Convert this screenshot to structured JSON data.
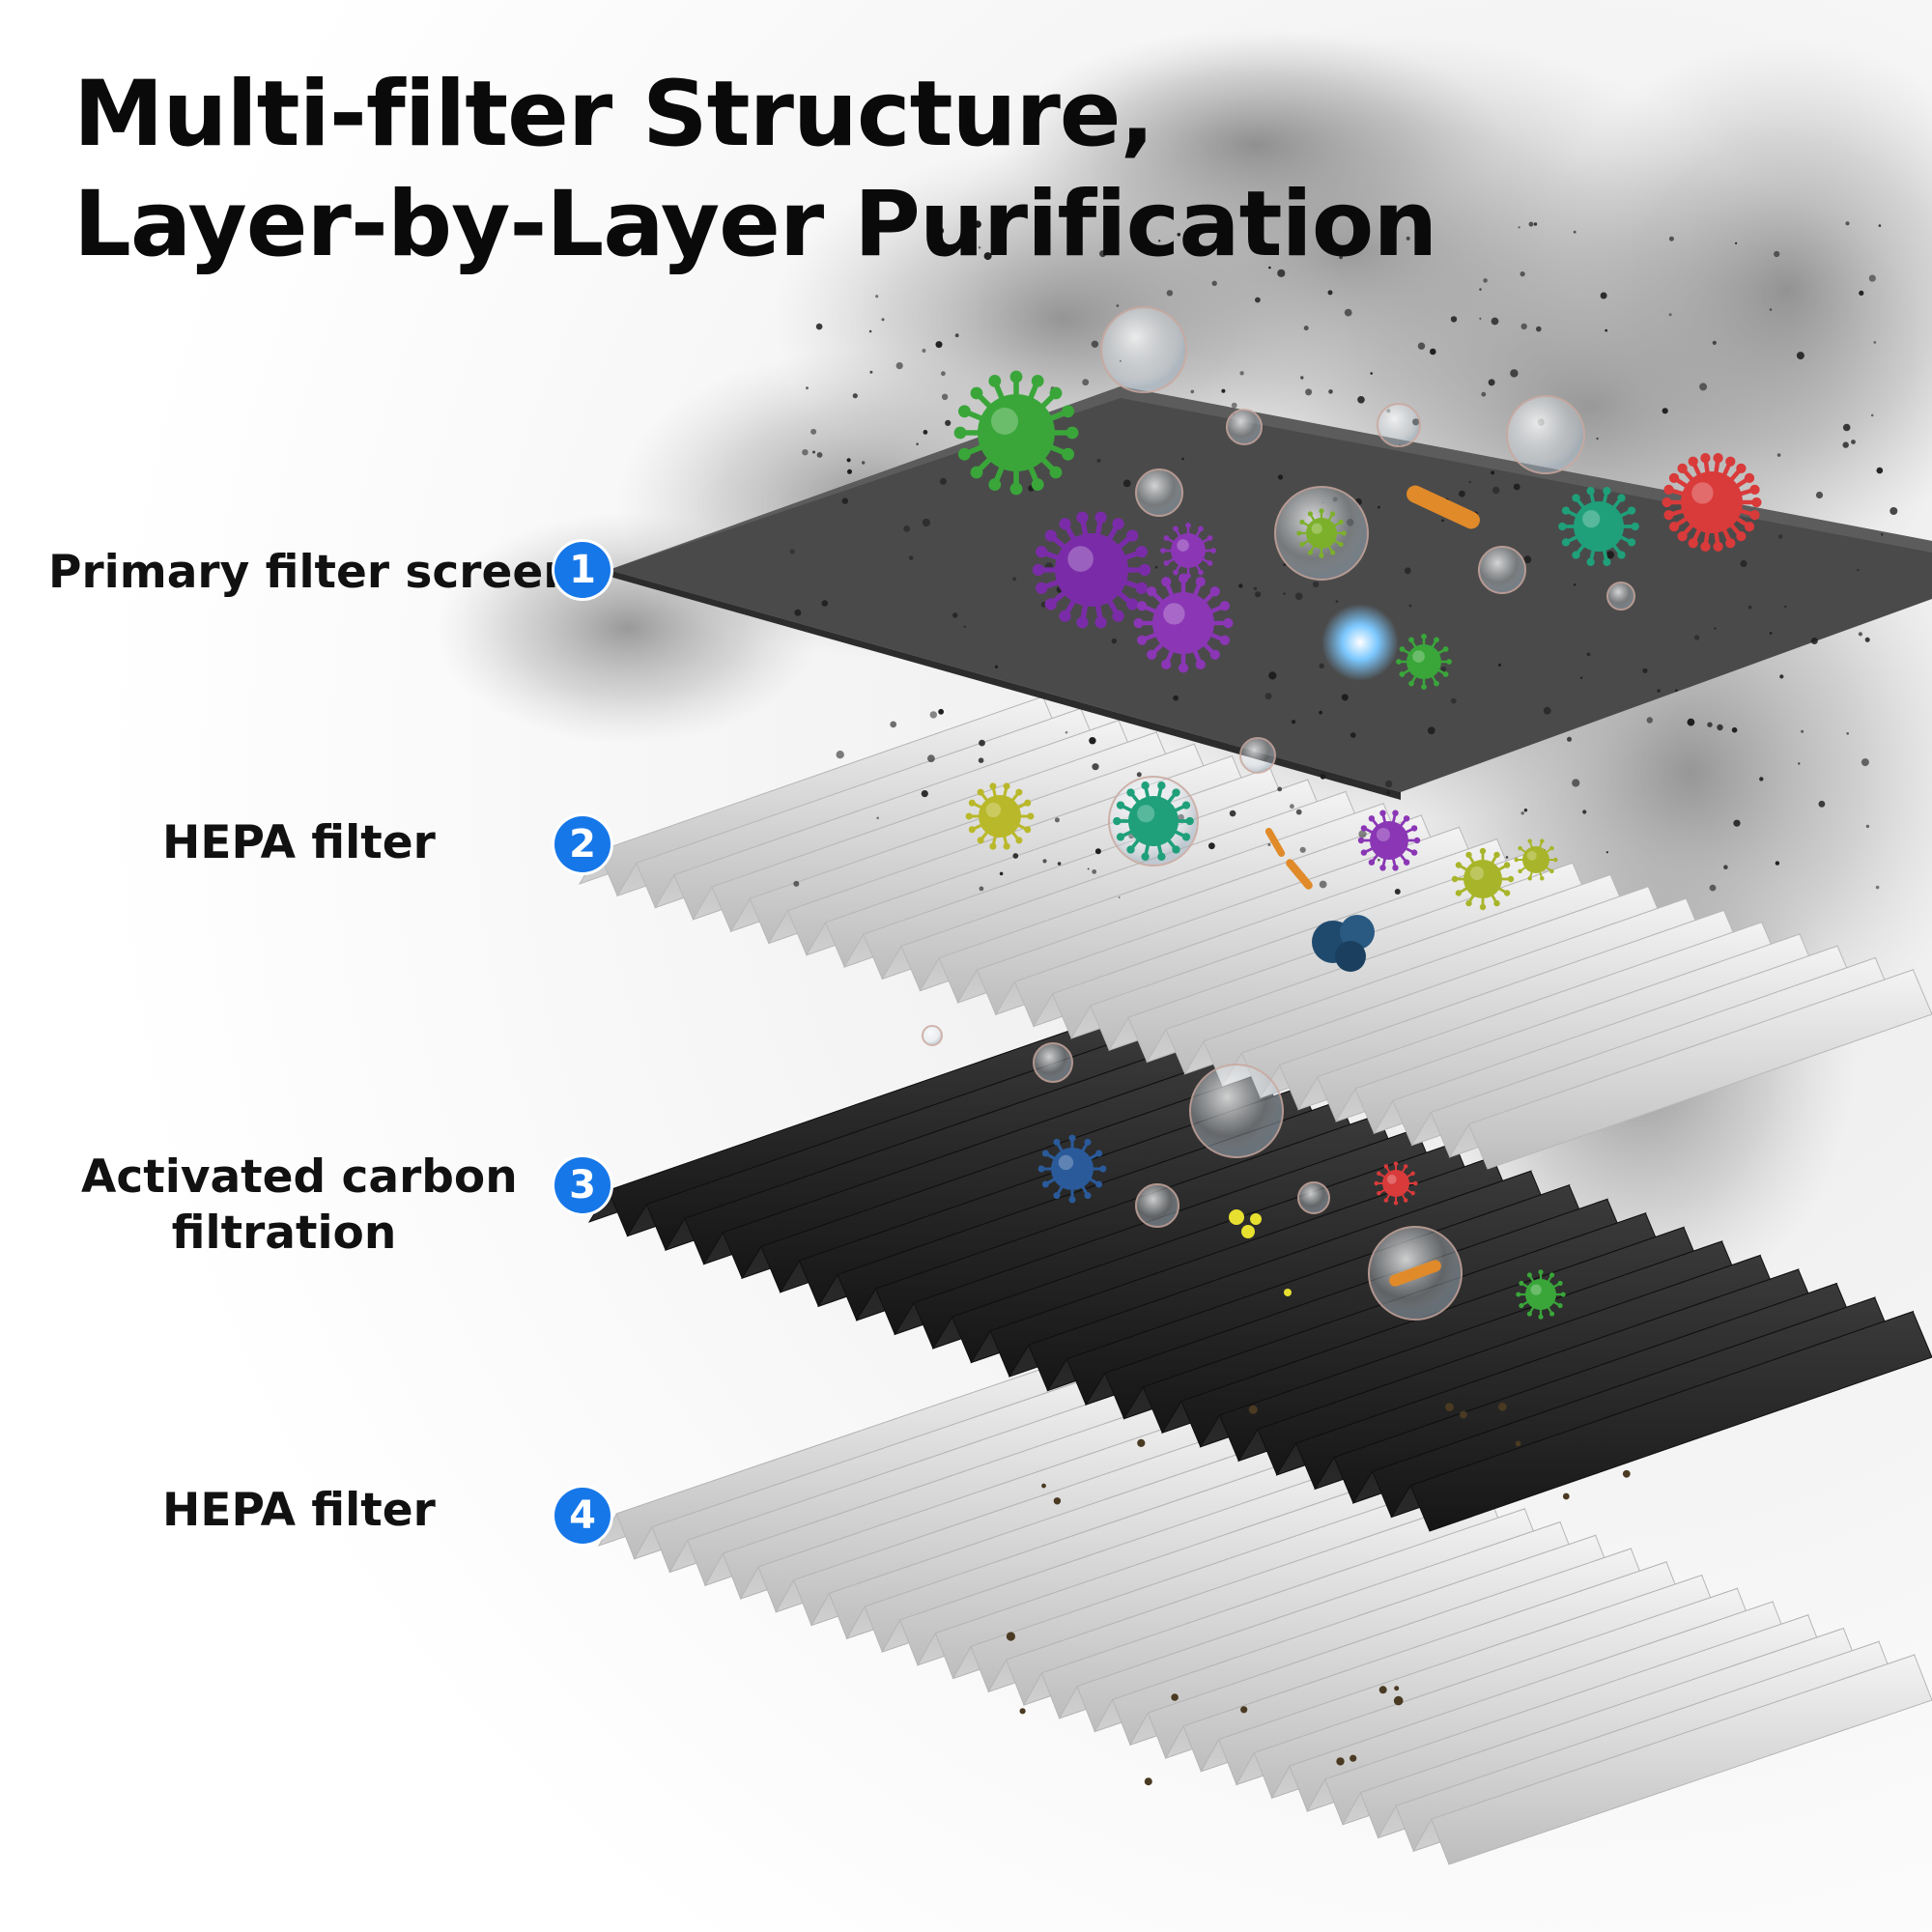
{
  "title": {
    "line1": "Multi-filter Structure,",
    "line2": "Layer-by-Layer Purification"
  },
  "layers": [
    {
      "number": "1",
      "label": "Primary filter screen"
    },
    {
      "number": "2",
      "label": "HEPA filter"
    },
    {
      "number": "3",
      "label_line1": "Activated carbon",
      "label_line2": "filtration"
    },
    {
      "number": "4",
      "label": "HEPA filter"
    }
  ],
  "colors": {
    "badge": "#1677e8",
    "primary_screen": "#4a4a4a",
    "hepa": "#e6e6e6",
    "carbon": "#242424",
    "smoke": "#8a8a8a"
  }
}
